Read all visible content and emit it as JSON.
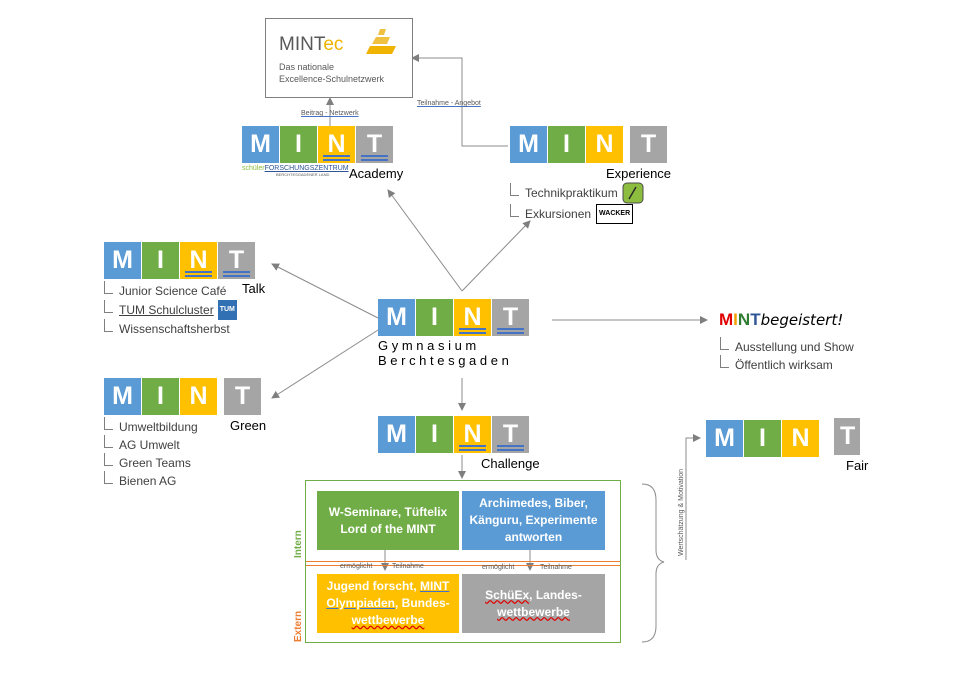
{
  "mint_letters": [
    "M",
    "I",
    "N",
    "T"
  ],
  "mintec": {
    "logo_left": "MINT",
    "logo_right": "ec",
    "line1": "Das nationale",
    "line2": "Excellence-Schulnetzwerk"
  },
  "academy": {
    "label": "Academy",
    "logo_left": "schüler",
    "logo_right": "FORSCHUNGSZENTRUM",
    "logo_sub": "BERCHTESGADENER LAND",
    "link_label": "Beitrag - Netzwerk"
  },
  "experience": {
    "label": "Experience",
    "link_label": "Teilnahme - Angebot",
    "items": [
      "Technikpraktikum",
      "Exkursionen"
    ],
    "wacker": "WACKER"
  },
  "talk": {
    "label": "Talk",
    "items": [
      "Junior Science Café",
      "TUM Schulcluster",
      "Wissenschaftsherbst"
    ],
    "tum": "TUM"
  },
  "center": {
    "line1": "G y m n a s i u m",
    "line2": "B e r c h t e s g a d e n"
  },
  "begeistert": {
    "letters": [
      "M",
      "I",
      "N",
      "T"
    ],
    "word": "begeistert!",
    "items": [
      "Ausstellung und Show",
      "Öffentlich wirksam"
    ]
  },
  "green": {
    "label": "Green",
    "items": [
      "Umweltbildung",
      "AG Umwelt",
      "Green Teams",
      "Bienen AG"
    ]
  },
  "challenge": {
    "label": "Challenge",
    "intern_label": "Intern",
    "extern_label": "Extern",
    "box1_line1": "W-Seminare, Tüftelix",
    "box1_line2": "Lord of the MINT",
    "box2_line1": "Archimedes, Biber,",
    "box2_line2": "Känguru, Experimente",
    "box2_line3": "antworten",
    "box3_a": "Jugend forscht, ",
    "box3_b": "MINT",
    "box3_c": "Olympiaden",
    "box3_d": ", Bundes-",
    "box3_e": "wettbewerbe",
    "box4_a": "SchüEx",
    "box4_b": ", Landes-",
    "box4_c": "wettbewerbe",
    "enables_left": "ermöglicht",
    "participation_left": "Teilnahme",
    "enables_right": "ermöglicht",
    "participation_right": "Teilnahme"
  },
  "fair": {
    "label": "Fair",
    "side_label": "Wertschätzung & Motivation"
  },
  "colors": {
    "blue": "#5b9bd5",
    "green": "#70ad47",
    "yellow": "#ffc000",
    "gray": "#a5a5a5",
    "extern_orange": "#ed7d31"
  }
}
